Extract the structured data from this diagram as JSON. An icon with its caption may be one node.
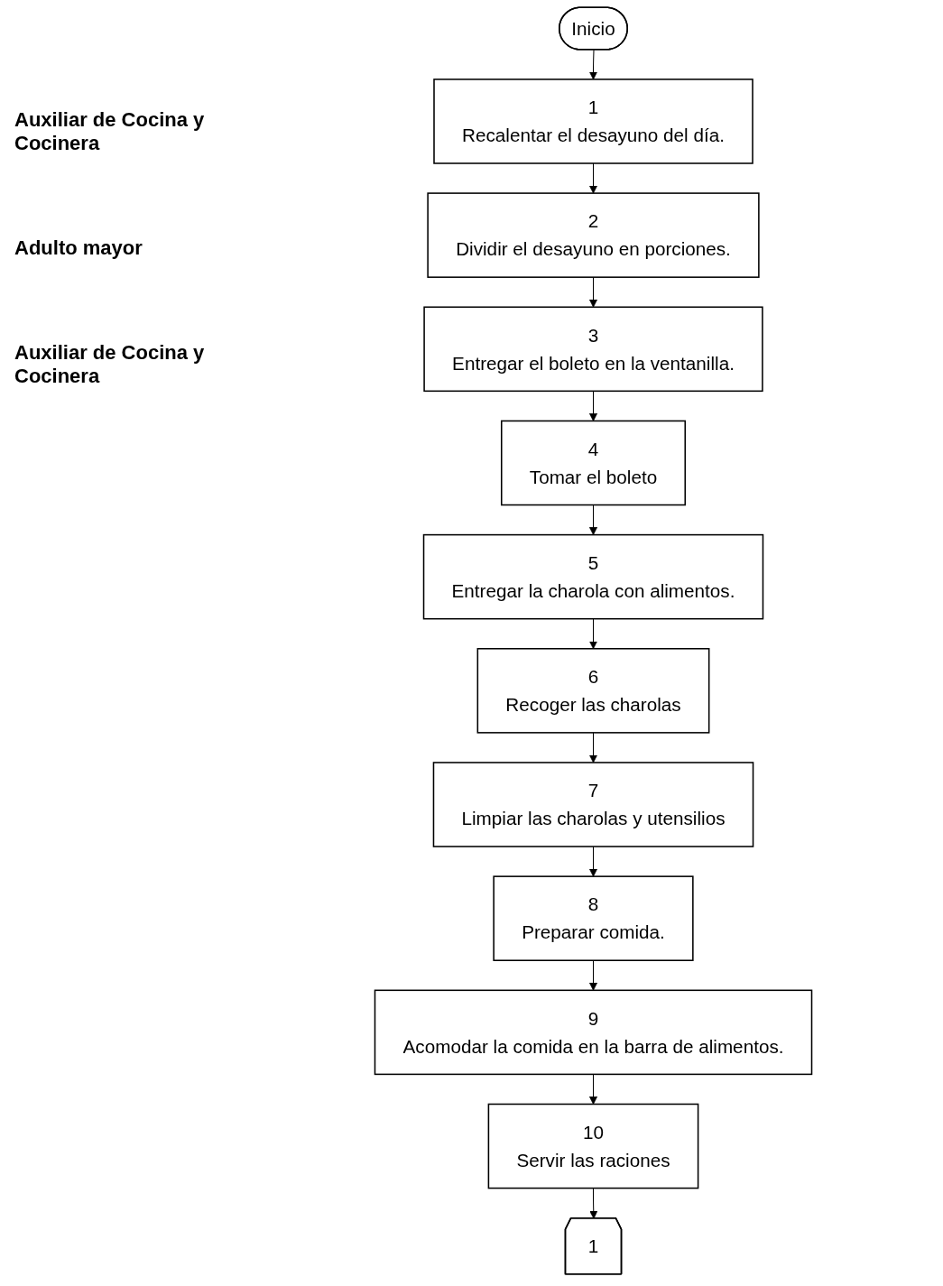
{
  "diagram": {
    "nodes": [
      {
        "text": [
          "Inicio"
        ]
      },
      {
        "text": [
          "1",
          "Recalentar el desayuno del día."
        ]
      },
      {
        "text": [
          "2",
          "Dividir el desayuno en porciones."
        ]
      },
      {
        "text": [
          "3",
          "Entregar el boleto en la ventanilla."
        ]
      },
      {
        "text": [
          "4",
          "Tomar el boleto"
        ]
      },
      {
        "text": [
          "5",
          "Entregar la charola con alimentos."
        ]
      },
      {
        "text": [
          "6",
          "Recoger las charolas"
        ]
      },
      {
        "text": [
          "7",
          "Limpiar las charolas y utensilios"
        ]
      },
      {
        "text": [
          "8",
          "Preparar comida."
        ]
      },
      {
        "text": [
          "9",
          "Acomodar la comida en la barra de alimentos."
        ]
      },
      {
        "text": [
          "10",
          "Servir las raciones"
        ]
      },
      {
        "text": [
          "1"
        ]
      }
    ],
    "edges": [
      {
        "from": 0,
        "to": 1,
        "arrow": "to"
      },
      {
        "from": 1,
        "to": 2,
        "arrow": "to"
      },
      {
        "from": 2,
        "to": 3,
        "arrow": "to"
      },
      {
        "from": 3,
        "to": 4,
        "arrow": "to"
      },
      {
        "from": 4,
        "to": 5,
        "arrow": "to"
      },
      {
        "from": 5,
        "to": 6,
        "arrow": "to"
      },
      {
        "from": 6,
        "to": 7,
        "arrow": "to"
      },
      {
        "from": 7,
        "to": 8,
        "arrow": "to"
      },
      {
        "from": 8,
        "to": 9,
        "arrow": "to"
      },
      {
        "from": 9,
        "to": 10,
        "arrow": "to"
      },
      {
        "from": 10,
        "to": 11,
        "arrow": "to"
      }
    ],
    "labels": [
      "Auxiliar de Cocina y Cocinera",
      "Adulto mayor",
      "Auxiliar de Cocina y Cocinera"
    ]
  }
}
